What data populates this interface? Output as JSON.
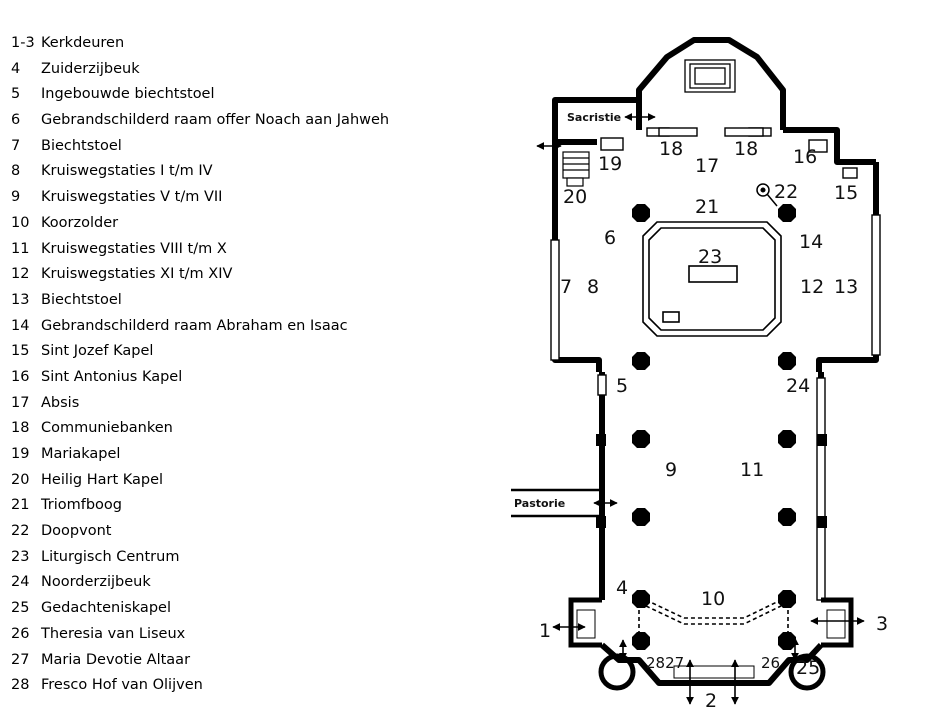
{
  "legend": [
    {
      "num": "1-3",
      "text": "Kerkdeuren"
    },
    {
      "num": "4",
      "text": "Zuiderzijbeuk"
    },
    {
      "num": "5",
      "text": "Ingebouwde biechtstoel"
    },
    {
      "num": "6",
      "text": "Gebrandschilderd raam offer Noach aan Jahweh"
    },
    {
      "num": "7",
      "text": "Biechtstoel"
    },
    {
      "num": "8",
      "text": "Kruiswegstaties I t/m IV"
    },
    {
      "num": "9",
      "text": "Kruiswegstaties V t/m VII"
    },
    {
      "num": "10",
      "text": "Koorzolder"
    },
    {
      "num": "11",
      "text": "Kruiswegstaties VIII t/m X"
    },
    {
      "num": "12",
      "text": "Kruiswegstaties XI t/m XIV"
    },
    {
      "num": "13",
      "text": "Biechtstoel"
    },
    {
      "num": "14",
      "text": "Gebrandschilderd raam Abraham en Isaac"
    },
    {
      "num": "15",
      "text": "Sint Jozef Kapel"
    },
    {
      "num": "16",
      "text": "Sint Antonius Kapel"
    },
    {
      "num": "17",
      "text": "Absis"
    },
    {
      "num": "18",
      "text": "Communiebanken"
    },
    {
      "num": "19",
      "text": "Mariakapel"
    },
    {
      "num": "20",
      "text": "Heilig Hart Kapel"
    },
    {
      "num": "21",
      "text": "Triomfboog"
    },
    {
      "num": "22",
      "text": "Doopvont"
    },
    {
      "num": "23",
      "text": "Liturgisch Centrum"
    },
    {
      "num": "24",
      "text": "Noorderzijbeuk"
    },
    {
      "num": "25",
      "text": "Gedachteniskapel"
    },
    {
      "num": "26",
      "text": "Theresia van Liseux"
    },
    {
      "num": "27",
      "text": "Maria Devotie Altaar"
    },
    {
      "num": "28",
      "text": "Fresco Hof van Olijven"
    }
  ],
  "plan": {
    "rooms": {
      "sacristie": "Sacristie",
      "pastorie": "Pastorie"
    },
    "labels": {
      "l1": "1",
      "l2": "2",
      "l3": "3",
      "l4": "4",
      "l5": "5",
      "l6": "6",
      "l7": "7",
      "l8": "8",
      "l9": "9",
      "l10": "10",
      "l11": "11",
      "l12": "12",
      "l13": "13",
      "l14": "14",
      "l15": "15",
      "l16": "16",
      "l17": "17",
      "l18a": "18",
      "l18b": "18",
      "l19": "19",
      "l20": "20",
      "l21": "21",
      "l22": "22",
      "l23": "23",
      "l24": "24",
      "l25": "25",
      "l26": "26",
      "l2827": "2827"
    }
  }
}
